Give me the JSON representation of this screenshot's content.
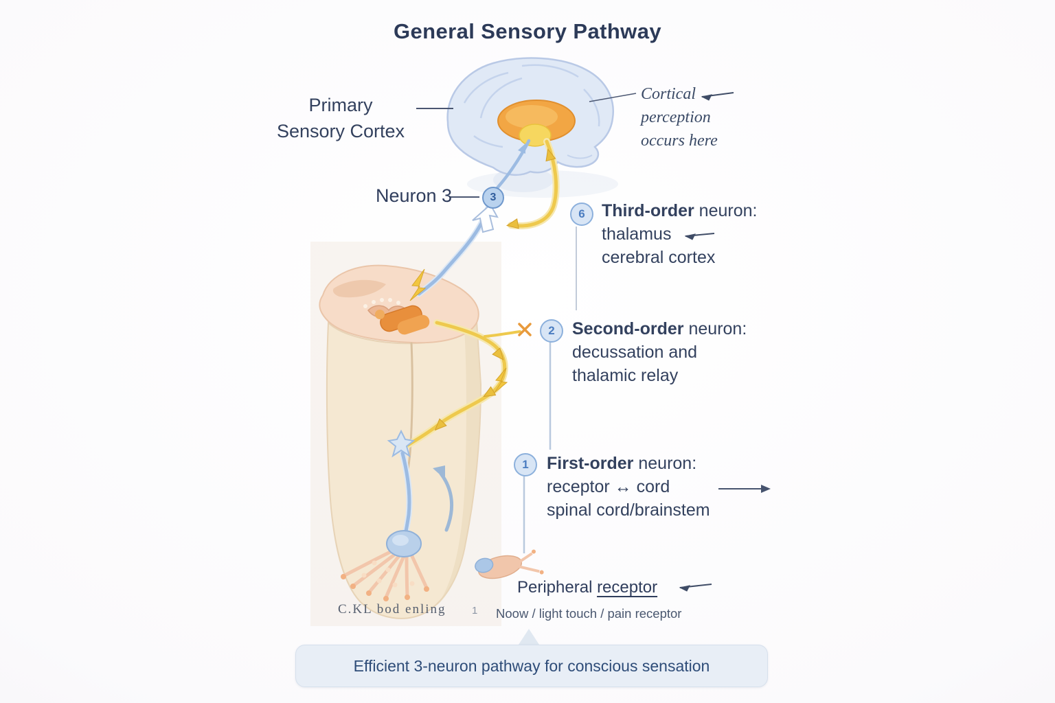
{
  "title": "General Sensory Pathway",
  "brain": {
    "left_label_line1": "Primary",
    "left_label_line2": "Sensory Cortex",
    "right_note_line1": "Cortical",
    "right_note_line2": "perception",
    "right_note_line3": "occurs here",
    "neuron3_label": "Neuron 3",
    "neuron3_badge": "3"
  },
  "annotations": {
    "third": {
      "badge": "6",
      "bold": "Third-order",
      "rest": " neuron:",
      "line2": "thalamus",
      "line3": "cerebral cortex"
    },
    "second": {
      "badge": "2",
      "bold": "Second-order",
      "rest": " neuron:",
      "line2": "decussation and",
      "line3": "thalamic relay"
    },
    "first": {
      "badge": "1",
      "bold": "First-order",
      "rest": " neuron:",
      "line2": "receptor ↔ cord",
      "line3": "spinal cord/brainstem"
    }
  },
  "bottom": {
    "receptor_title_a": "Peripheral ",
    "receptor_title_b": "receptor",
    "receptor_sub": "Noow / light touch / pain receptor",
    "ending_label": "C.KL bod enling",
    "small_marker": "1"
  },
  "footer": {
    "text": "Efficient 3-neuron pathway for conscious sensation"
  },
  "theme": {
    "text_dark": "#2c3a58",
    "text_label": "#34425f",
    "accent_blue": "#6f9bd1",
    "badge_fill": "#d8e5f5",
    "badge_border": "#8cb0dc",
    "badge_text": "#4a7cc0",
    "pathway_yellow": "#eec94d",
    "pathway_blue": "#9cbbe2",
    "thalamus_orange": "#f2a644",
    "footer_bg": "#e8eef6",
    "footer_text": "#2e4c78"
  }
}
